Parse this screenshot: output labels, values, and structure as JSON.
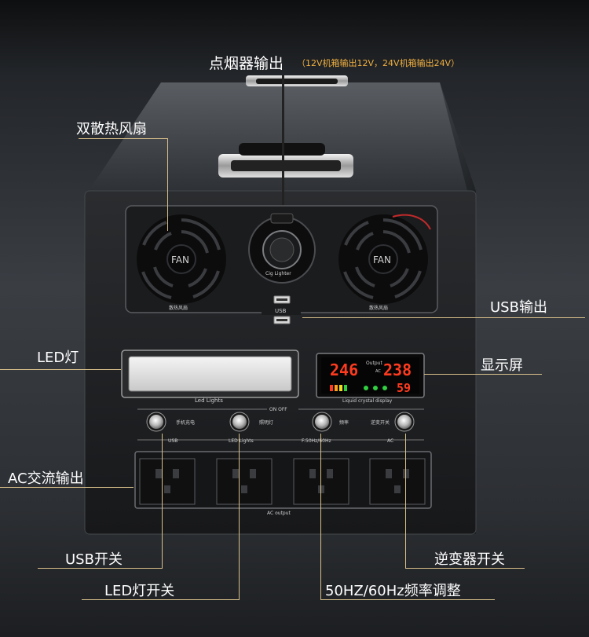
{
  "callouts": {
    "lighter": "点烟器输出",
    "lighter_note": "（12V机箱输出12V，24V机箱输出24V）",
    "fans": "双散热风扇",
    "usb_out": "USB输出",
    "led": "LED灯",
    "display": "显示屏",
    "ac_out": "AC交流输出",
    "usb_switch": "USB开关",
    "inverter_switch": "逆变器开关",
    "led_switch": "LED灯开关",
    "freq": "50HZ/60Hz频率调整"
  },
  "panel": {
    "fan_left": "FAN",
    "fan_right": "FAN",
    "fan_caption": "散热风扇",
    "lighter_ring": "Cig  Lighter",
    "usb_tag": "USB",
    "led_lights": "Led  Lights",
    "display_caption": "Liquid crystal display",
    "lcd_output": "Output",
    "lcd_left": "246",
    "lcd_right": "238",
    "lcd_small": "59",
    "lcd_ac": "AC",
    "on_off": "ON  OFF",
    "btn1": "手机充电",
    "btn2": "照明灯",
    "btn3": "频率",
    "btn4": "逆变开关",
    "sw_usb": "USB",
    "sw_led": "LED  Lights",
    "sw_freq": "F:50Hz/60Hz",
    "sw_ac": "AC",
    "ac_output": "AC  output"
  },
  "colors": {
    "accent_line": "#d9c08a",
    "lcd_red": "#ff3b1f",
    "note_orange": "#f0b040"
  }
}
